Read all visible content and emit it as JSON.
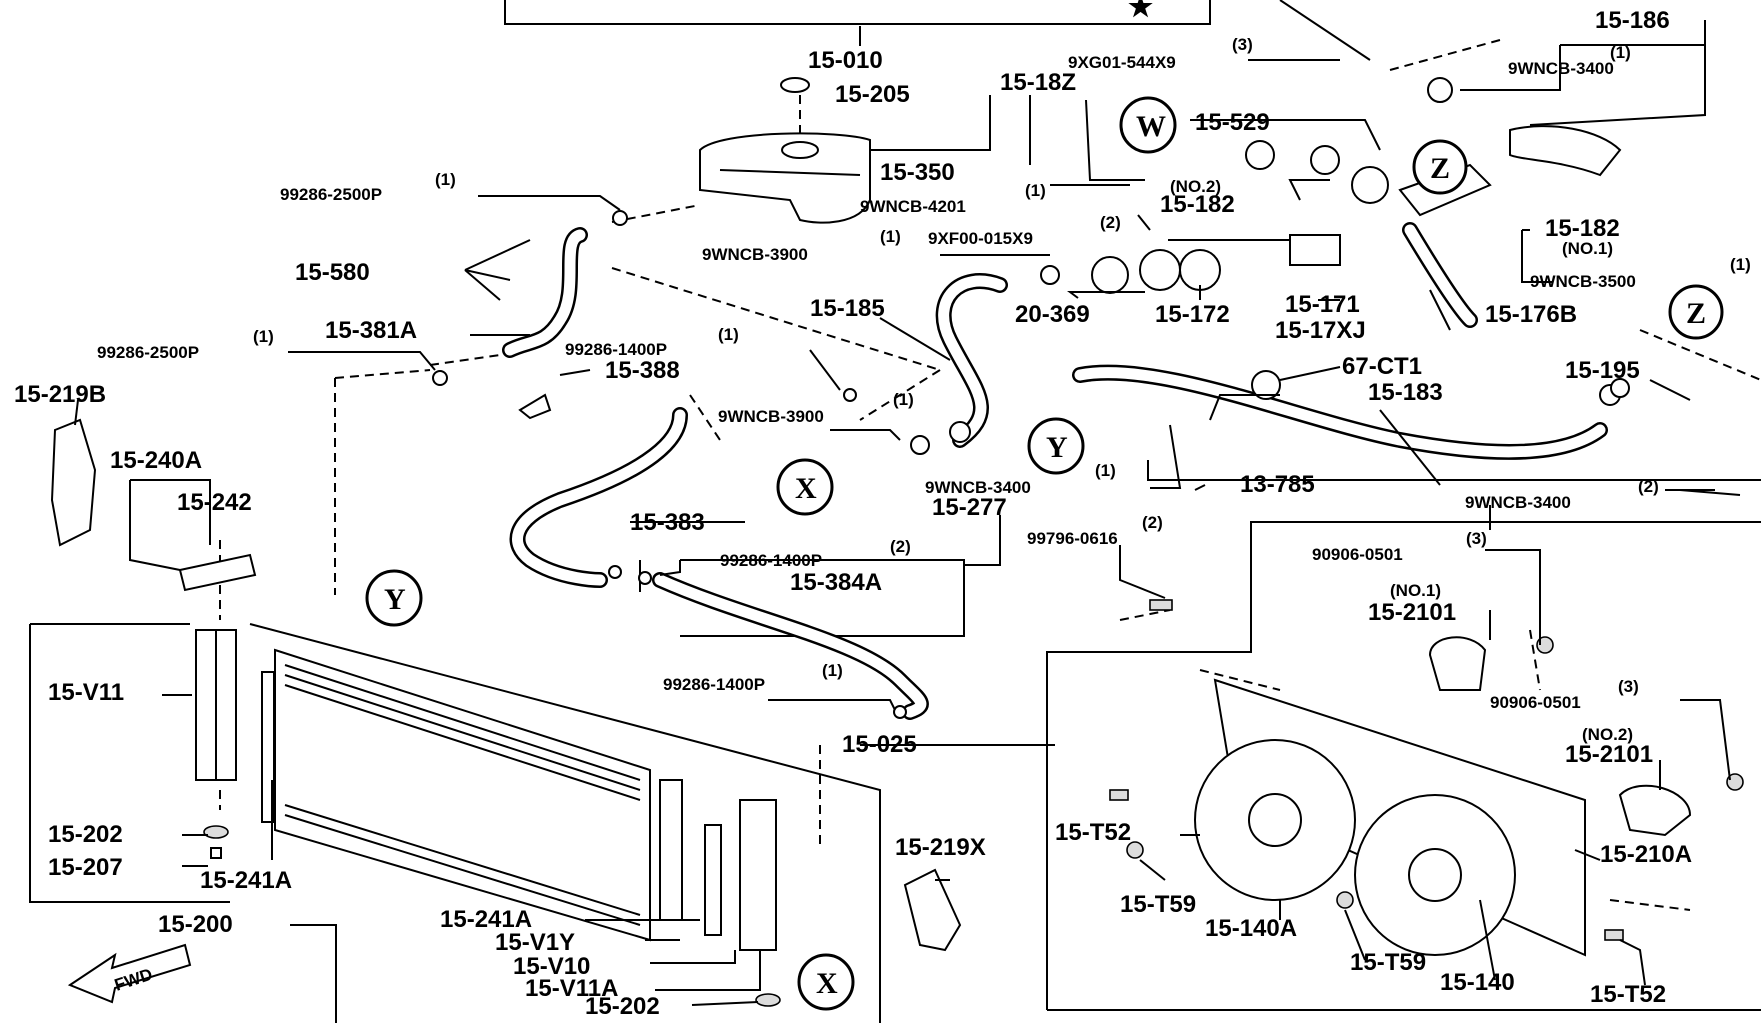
{
  "labels": {
    "p15_010": "15-010",
    "p15_186": "15-186",
    "p9xg01": "9XG01-544X9",
    "q9xg01": "(3)",
    "p9wncb3400_top": "9WNCB-3400",
    "q9wncb3400_top": "(1)",
    "p15_205": "15-205",
    "p15_18z": "15-18Z",
    "p15_529": "15-529",
    "p15_350": "15-350",
    "p99286_2500p_a": "99286-2500P",
    "q99286_2500p_a": "(1)",
    "p9wncb4201": "9WNCB-4201",
    "q9wncb4201": "(1)",
    "no2_a": "(NO.2)",
    "p15_182_a": "15-182",
    "p15_182_b": "15-182",
    "no1_a": "(NO.1)",
    "p9xf00": "9XF00-015X9",
    "q9xf00": "(2)",
    "p9wncb3900_a": "9WNCB-3900",
    "q9wncb3900_a": "(1)",
    "p9wncb3500": "9WNCB-3500",
    "q9wncb3500": "(1)",
    "p15_580": "15-580",
    "p15_185": "15-185",
    "p20_369": "20-369",
    "p15_172": "15-172",
    "p15_171": "15-171",
    "p15_17xj": "15-17XJ",
    "p15_176b": "15-176B",
    "p99286_2500p_b": "99286-2500P",
    "q99286_2500p_b": "(1)",
    "p15_381a": "15-381A",
    "p99286_1400p_a": "99286-1400P",
    "q99286_1400p_a": "(1)",
    "p15_388": "15-388",
    "p67_ct1": "67-CT1",
    "p15_195": "15-195",
    "p15_183": "15-183",
    "p15_219b": "15-219B",
    "p9wncb3900_b": "9WNCB-3900",
    "q9wncb3900_b": "(1)",
    "p15_240a": "15-240A",
    "p15_242": "15-242",
    "p9wncb3400_b": "9WNCB-3400",
    "q9wncb3400_b": "(1)",
    "p13_785": "13-785",
    "p9wncb3400_c": "9WNCB-3400",
    "q9wncb3400_c": "(2)",
    "p15_277": "15-277",
    "p15_383": "15-383",
    "p99796_0616": "99796-0616",
    "q99796_0616": "(2)",
    "p99286_1400p_b": "99286-1400P",
    "q99286_1400p_b": "(2)",
    "p15_384a": "15-384A",
    "p90906_0501_a": "90906-0501",
    "q90906_0501_a": "(3)",
    "no1_b": "(NO.1)",
    "p15_2101_a": "15-2101",
    "p15_v11": "15-V11",
    "p99286_1400p_c": "99286-1400P",
    "q99286_1400p_c": "(1)",
    "p90906_0501_b": "90906-0501",
    "q90906_0501_b": "(3)",
    "p15_025": "15-025",
    "no2_b": "(NO.2)",
    "p15_2101_b": "15-2101",
    "p15_202_a": "15-202",
    "p15_t52_a": "15-T52",
    "p15_219x": "15-219X",
    "p15_210a": "15-210A",
    "p15_207": "15-207",
    "p15_241a_a": "15-241A",
    "p15_t59_a": "15-T59",
    "p15_200": "15-200",
    "p15_140a": "15-140A",
    "p15_241a_b": "15-241A",
    "p15_v1y": "15-V1Y",
    "p15_t59_b": "15-T59",
    "p15_v10": "15-V10",
    "p15_140": "15-140",
    "p15_v11a": "15-V11A",
    "p15_t52_b": "15-T52",
    "p15_202_b": "15-202"
  },
  "markers": {
    "w": "W",
    "z": "Z",
    "x": "X",
    "y": "Y"
  },
  "fwd": "FWD"
}
